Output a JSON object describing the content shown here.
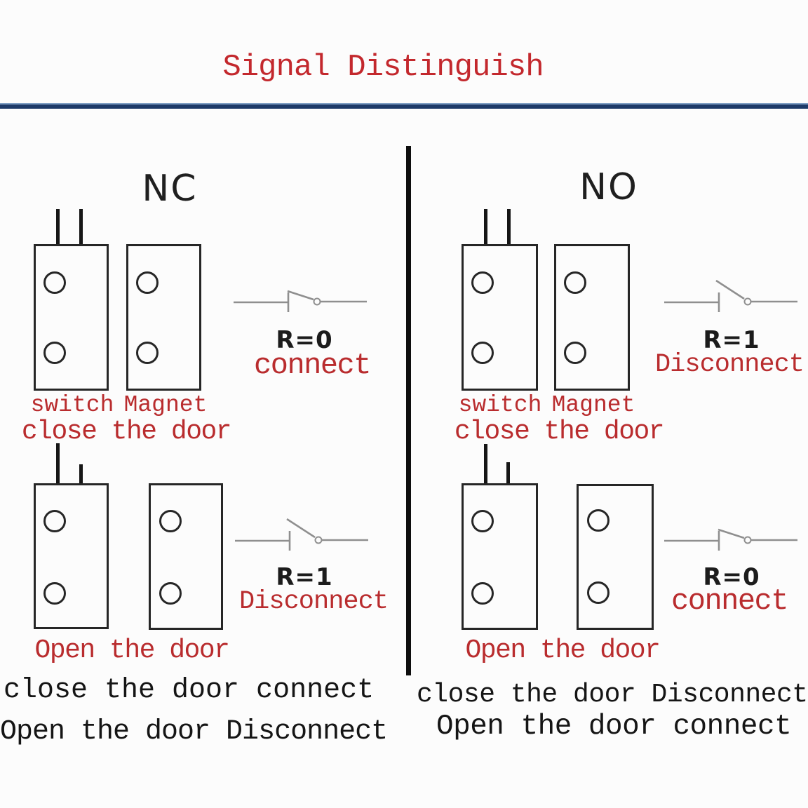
{
  "title": "Signal Distinguish",
  "colors": {
    "accent_red": "#b92c2e",
    "title_red": "#c3282d",
    "rule_navy": "#1d3a68",
    "symbol_gray": "#8f8f8f",
    "ink": "#1b1b1b"
  },
  "columns": [
    {
      "label": "NC",
      "panels": [
        {
          "device_labels": {
            "switch": "switch",
            "magnet": "Magnet"
          },
          "resistance": "R=0",
          "result": "connect",
          "caption": "close the door",
          "symbol": "closed-switch-icon"
        },
        {
          "resistance": "R=1",
          "result": "Disconnect",
          "caption": "Open the door",
          "symbol": "open-switch-icon"
        }
      ],
      "summary": [
        "close the door connect",
        "Open the door Disconnect"
      ]
    },
    {
      "label": "NO",
      "panels": [
        {
          "device_labels": {
            "switch": "switch",
            "magnet": "Magnet"
          },
          "resistance": "R=1",
          "result": "Disconnect",
          "caption": "close the door",
          "symbol": "open-switch-icon"
        },
        {
          "resistance": "R=0",
          "result": "connect",
          "caption": "Open the door",
          "symbol": "closed-switch-icon"
        }
      ],
      "summary": [
        "close the door Disconnect",
        "Open the door connect"
      ]
    }
  ]
}
